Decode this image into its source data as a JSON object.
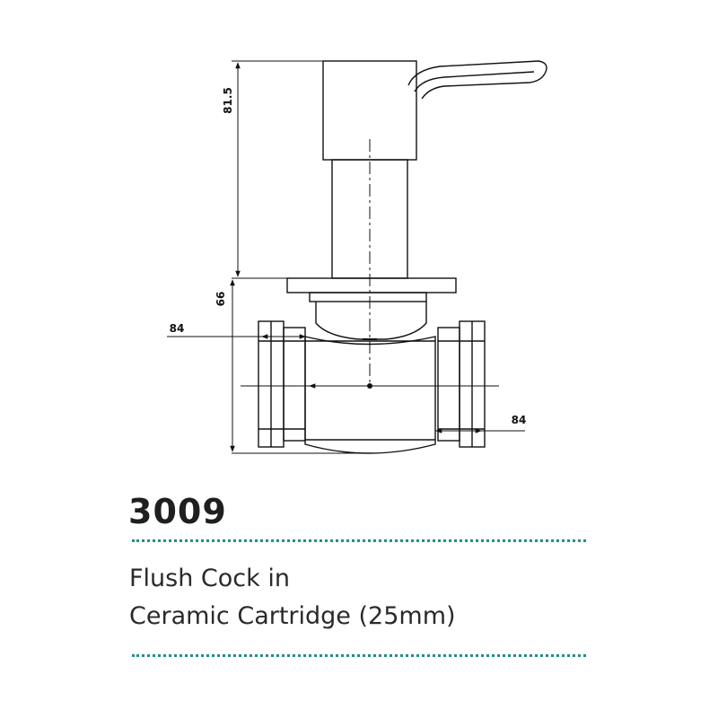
{
  "diagram": {
    "dimensions": {
      "height_upper": "81.5",
      "height_lower": "66",
      "width_left": "84",
      "width_right": "84"
    }
  },
  "product": {
    "code": "3009",
    "description_lines": [
      "Flush Cock in",
      "Ceramic Cartridge (25mm)"
    ]
  },
  "colors": {
    "accent_dots": "#1f8f8a",
    "line": "#111111"
  }
}
